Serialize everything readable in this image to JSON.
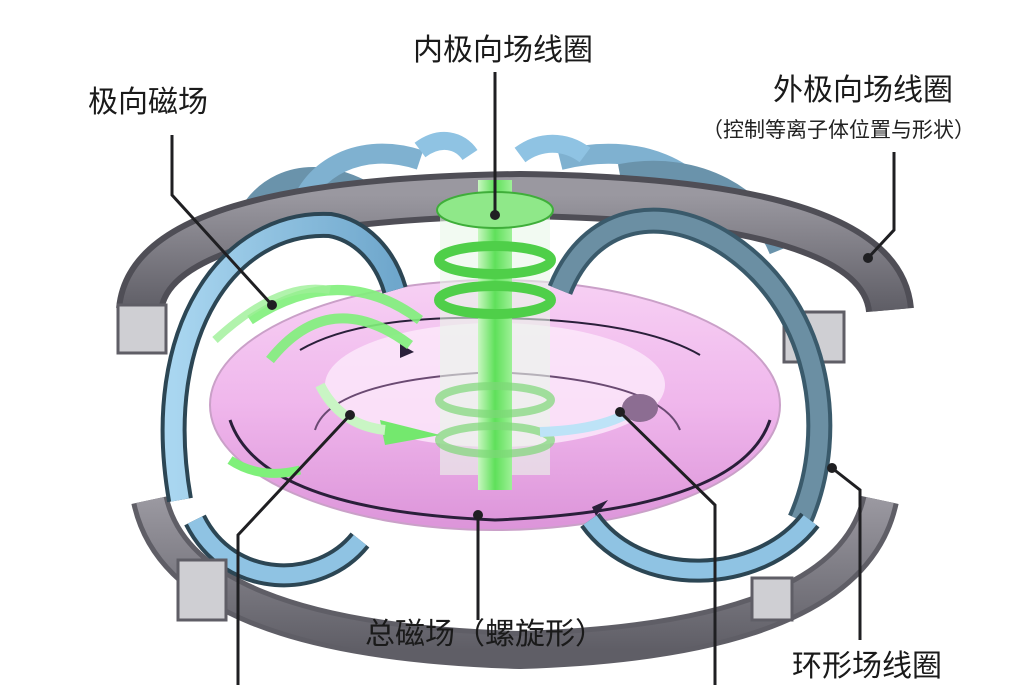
{
  "labels": {
    "inner_poloidal_coil": "内极向场线圈",
    "poloidal_field": "极向磁场",
    "outer_poloidal_coil": "外极向场线圈",
    "outer_poloidal_coil_note": "（控制等离子体位置与形状）",
    "total_field": "总磁场（螺旋形）",
    "toroidal_coil": "环形场线圈"
  },
  "colors": {
    "plasma": "#f2b6ee",
    "toroidal_coil_front": "#8fc3e3",
    "toroidal_coil_back": "#5b7d8f",
    "poloidal_coil": "#7c7b84",
    "inner_coil": "#5fe05a",
    "leader": "#1f1f22"
  }
}
